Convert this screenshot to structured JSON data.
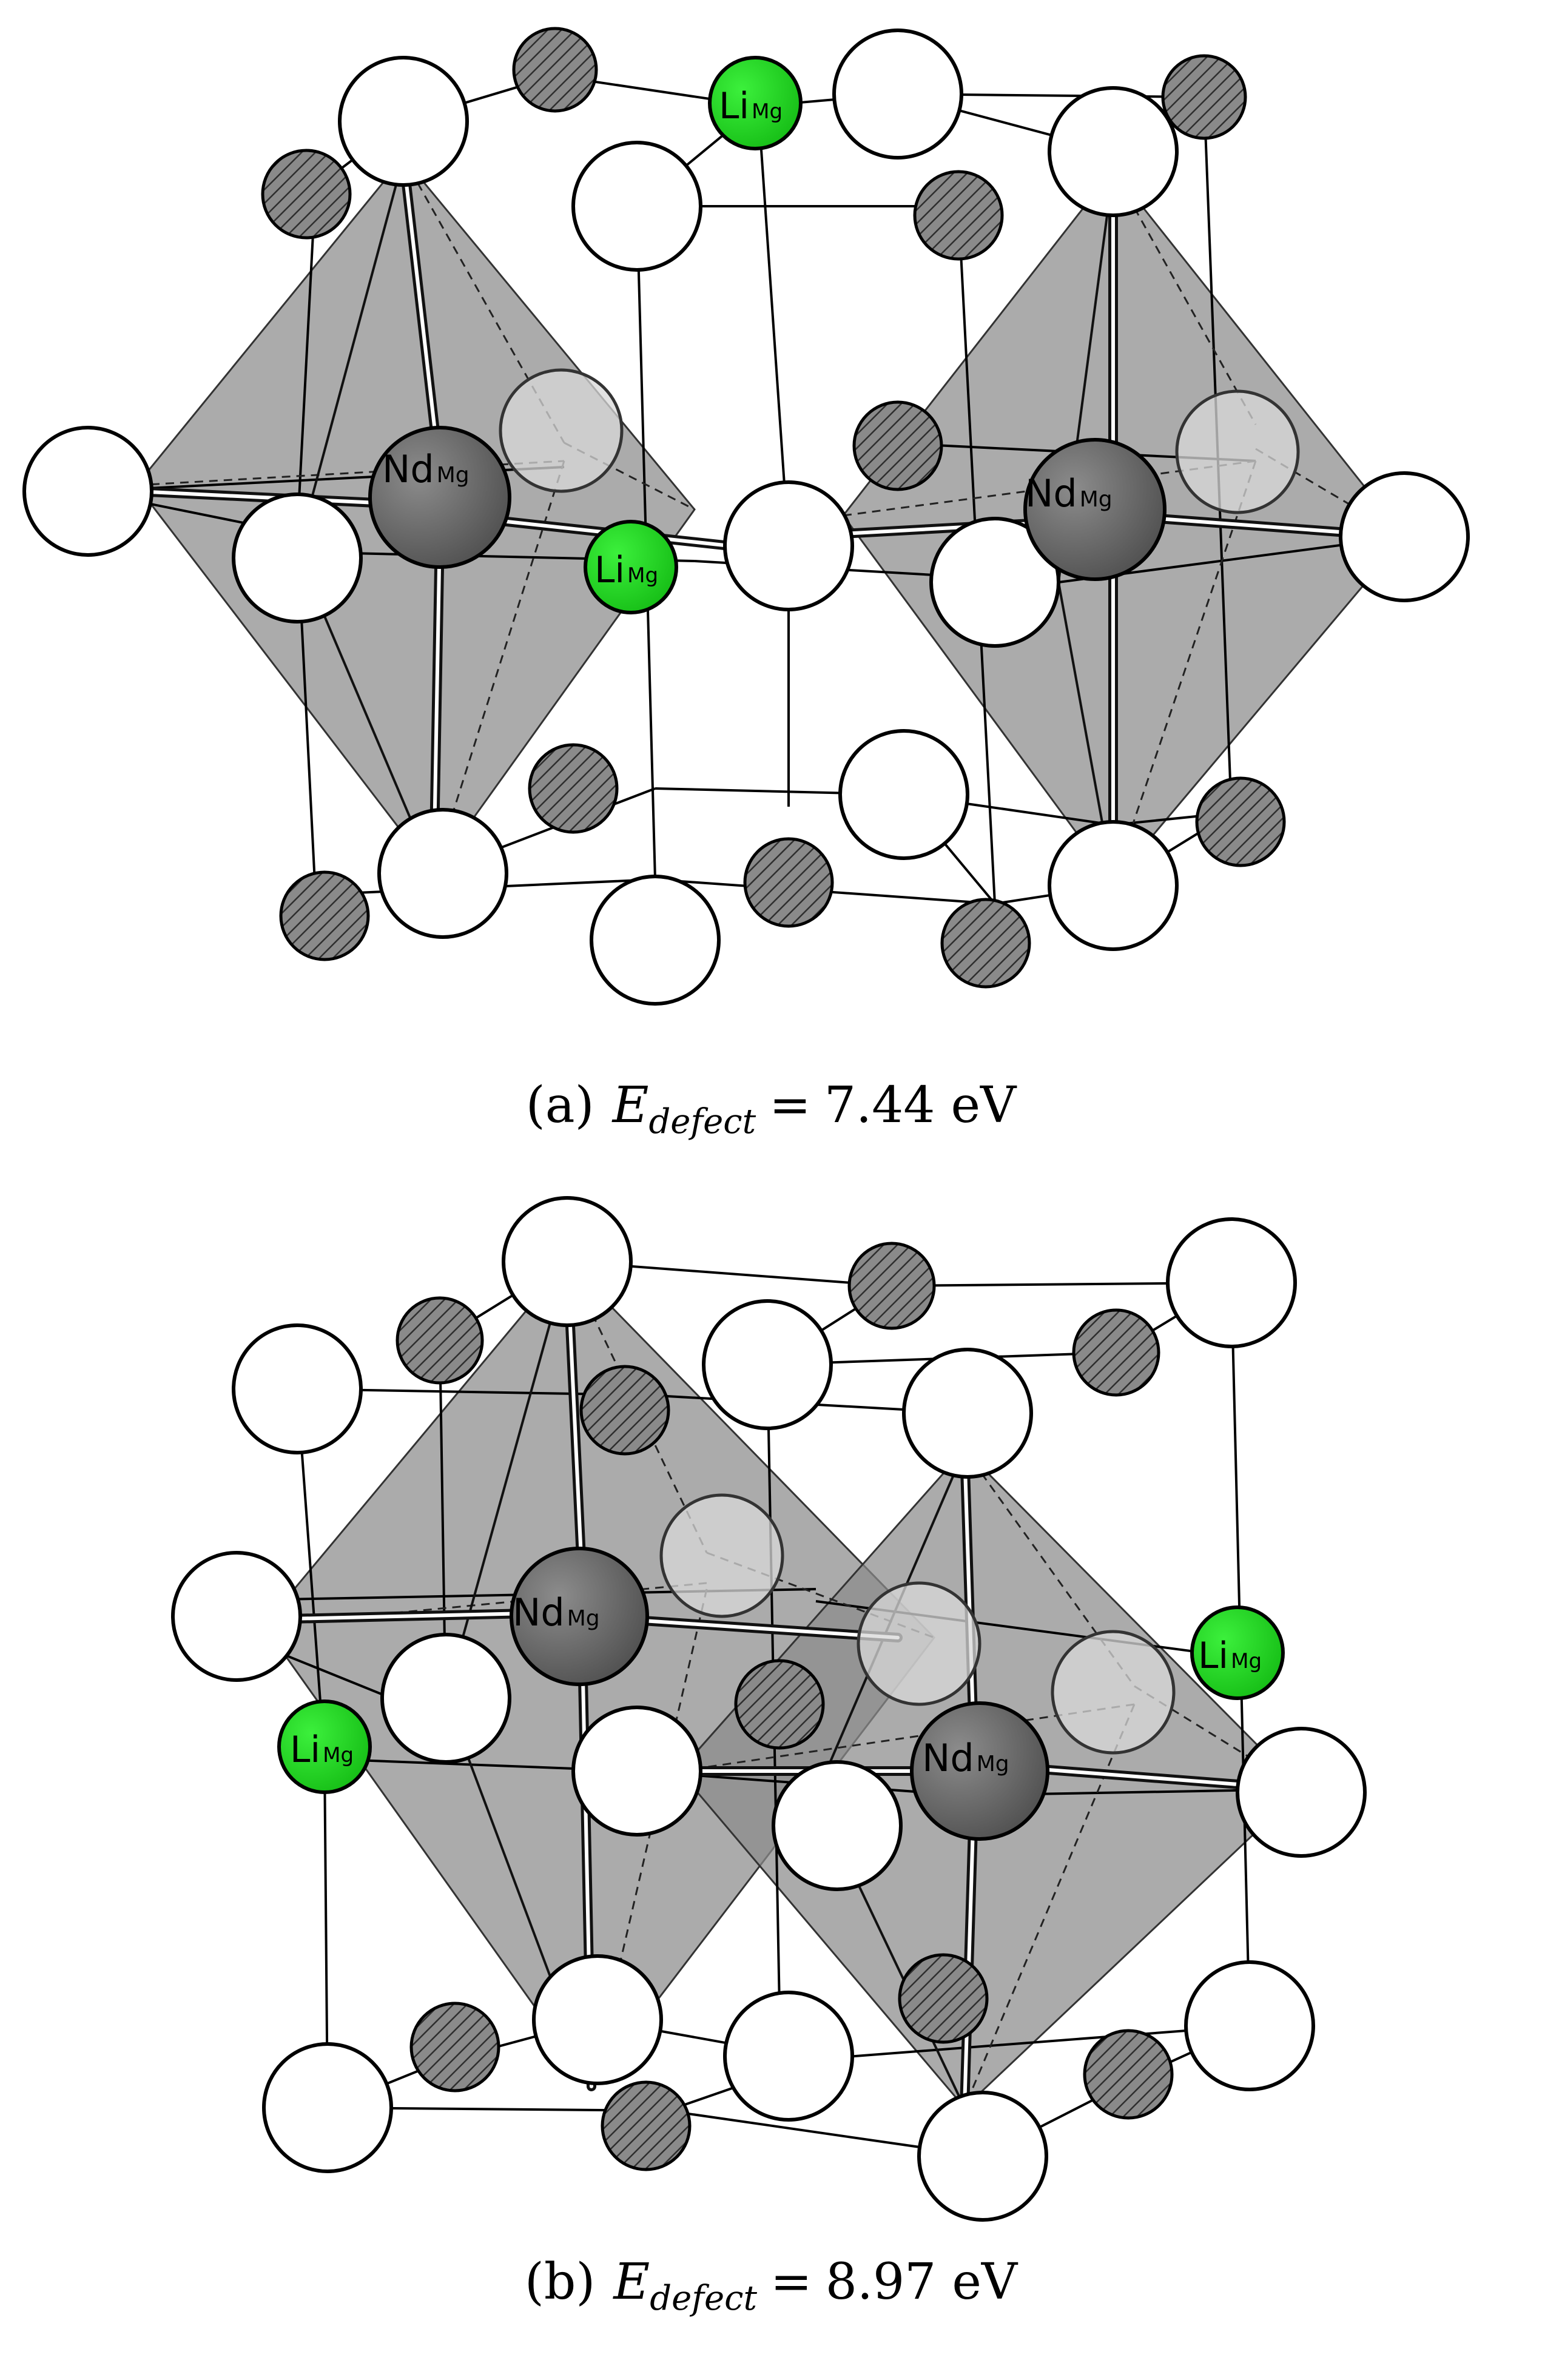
{
  "panels": [
    {
      "id": "a",
      "caption_tag": "(a)",
      "caption_var": "E",
      "caption_sub": "defect",
      "caption_eq": "=",
      "caption_value": "7.44 eV",
      "labels": [
        {
          "base": "Nd",
          "sub": "Mg"
        },
        {
          "base": "Nd",
          "sub": "Mg"
        },
        {
          "base": "Li",
          "sub": "Mg"
        },
        {
          "base": "Li",
          "sub": "Mg"
        }
      ]
    },
    {
      "id": "b",
      "caption_tag": "(b)",
      "caption_var": "E",
      "caption_sub": "defect",
      "caption_eq": "=",
      "caption_value": "8.97 eV",
      "labels": [
        {
          "base": "Nd",
          "sub": "Mg"
        },
        {
          "base": "Nd",
          "sub": "Mg"
        },
        {
          "base": "Li",
          "sub": "Mg"
        },
        {
          "base": "Li",
          "sub": "Mg"
        }
      ]
    }
  ],
  "colors": {
    "background": "#ffffff",
    "oxygen_fill": "#ffffff",
    "magnesium_hatch": "#6d6d6d",
    "neodymium_fill": "#6a6a6a",
    "lithium_fill": "#22dd22",
    "octahedron_fill": "#8a8a8a",
    "outline": "#000000"
  }
}
